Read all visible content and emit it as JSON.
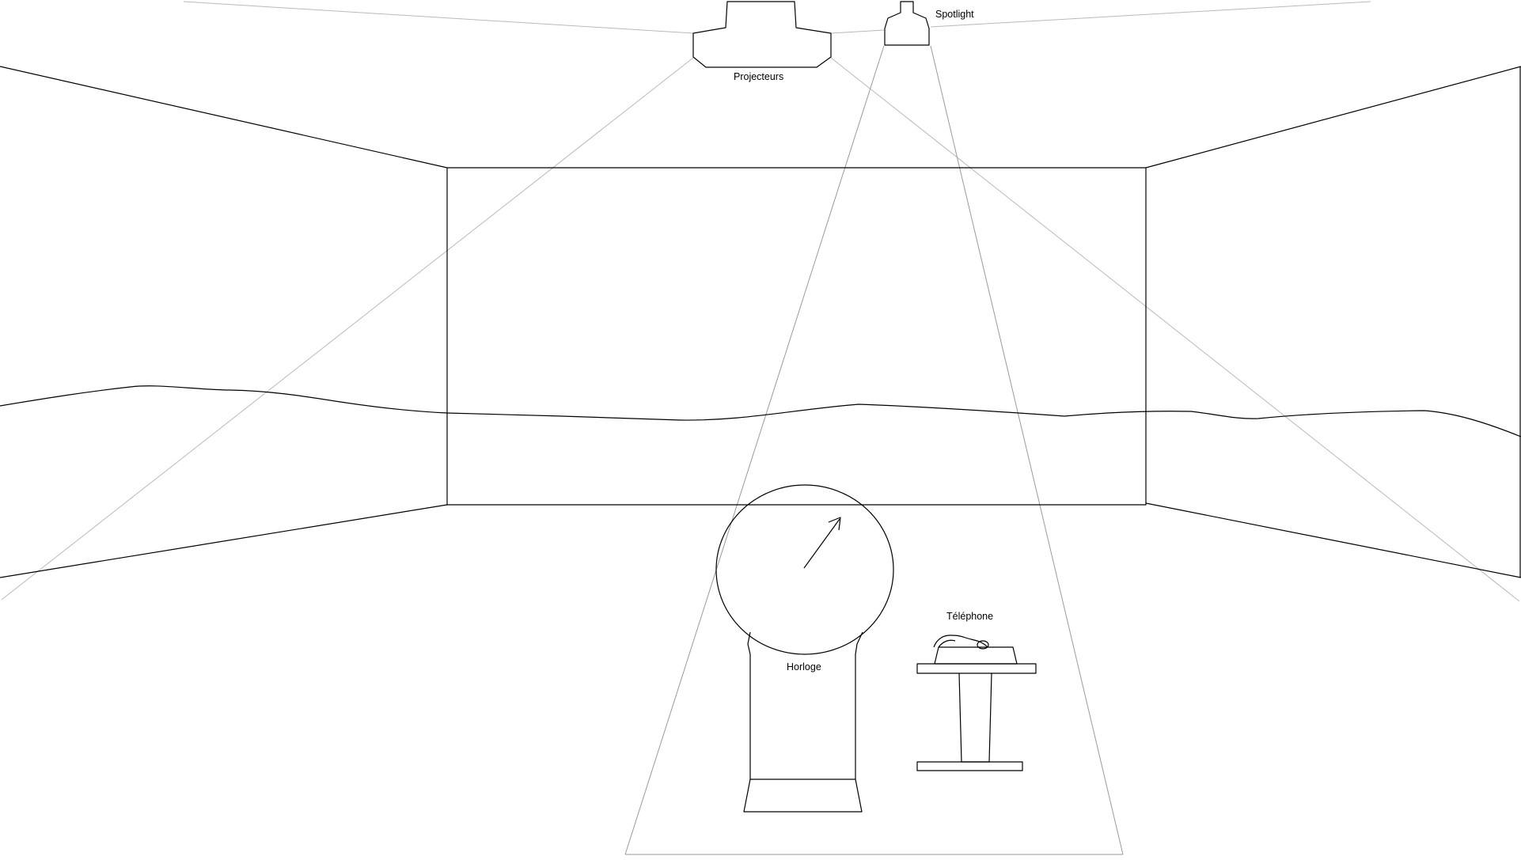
{
  "labels": {
    "projectors": "Projecteurs",
    "spotlight": "Spotlight",
    "telephone": "Téléphone",
    "clock": "Horloge"
  },
  "colors": {
    "outline": "#000000",
    "beam": "#b9b9b9",
    "background": "#ffffff"
  }
}
